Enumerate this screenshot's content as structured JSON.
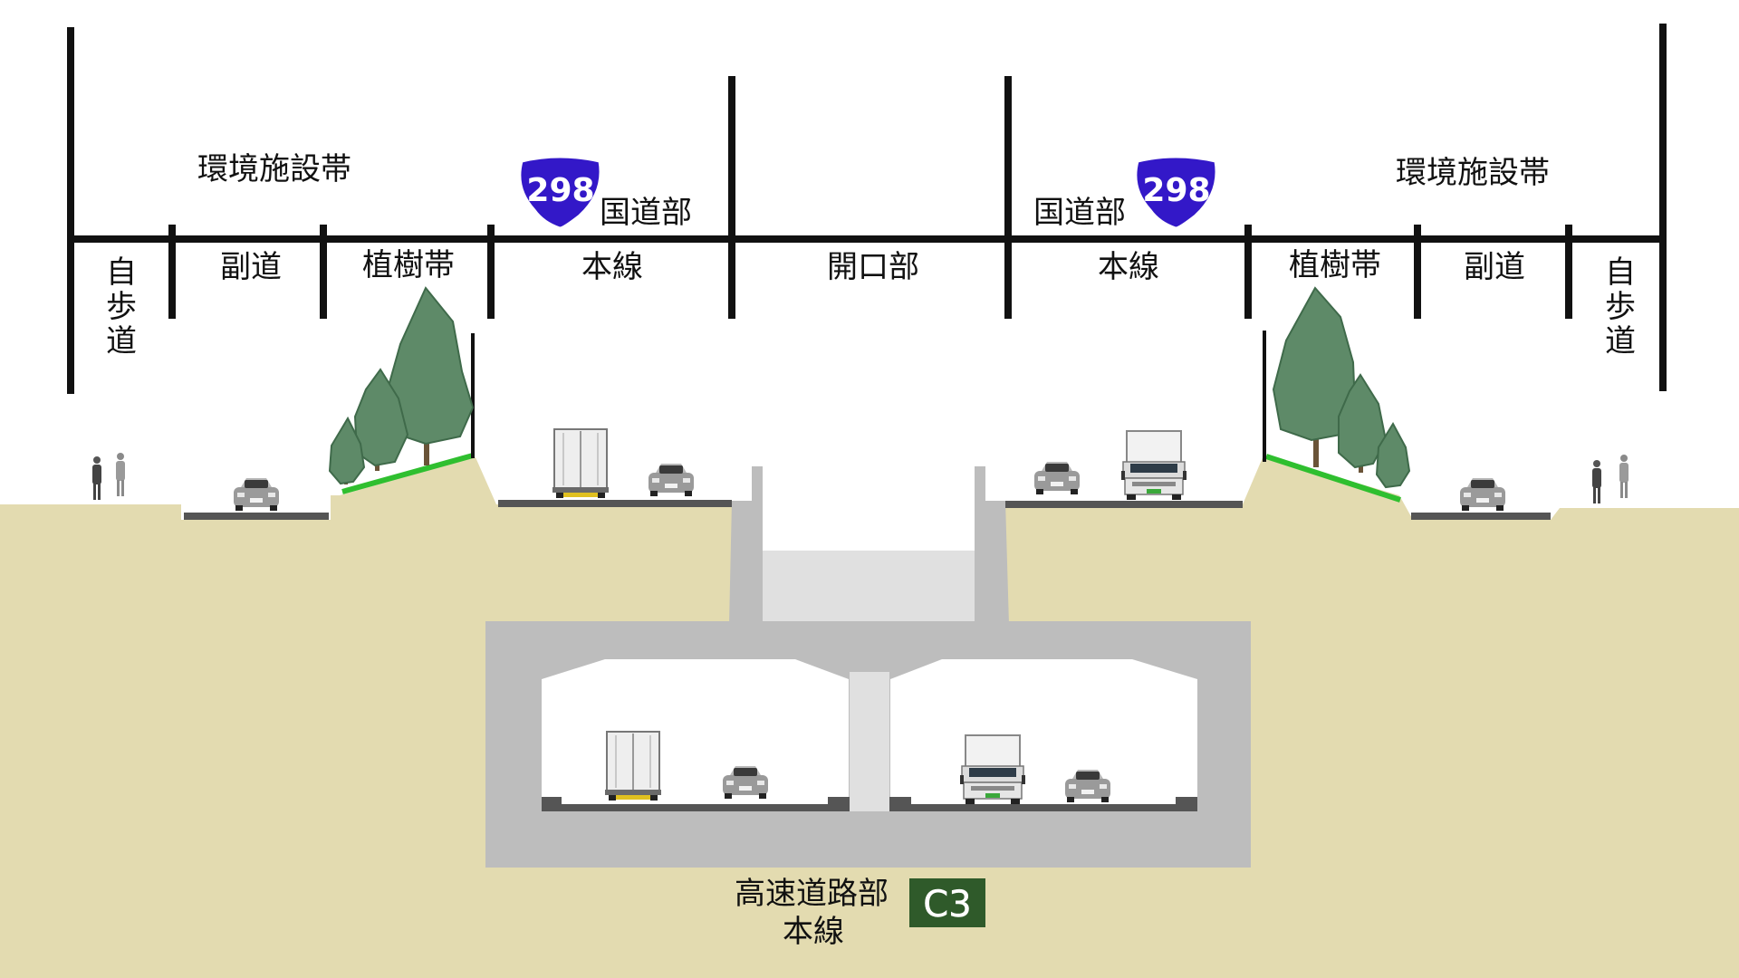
{
  "zones": {
    "env_left": "環境施設帯",
    "env_right": "環境施設帯",
    "national_left": "国道部",
    "national_right": "国道部",
    "route_number": "298"
  },
  "sections": {
    "sidewalk_left": [
      "自",
      "歩",
      "道"
    ],
    "service_road_left": "副道",
    "planting_left": "植樹帯",
    "mainline_left": "本線",
    "opening": "開口部",
    "mainline_right": "本線",
    "planting_right": "植樹帯",
    "service_road_right": "副道",
    "sidewalk_right": [
      "自",
      "歩",
      "道"
    ]
  },
  "expressway": {
    "line1": "高速道路部",
    "line2": "本線",
    "route_code": "C3"
  },
  "colors": {
    "ground": "#e3dbb0",
    "road": "#555555",
    "structure": "#bdbdbd",
    "opening_fill": "#e0e0e0",
    "route_shield": "#3318c8",
    "expressway_sign": "#2f5a2a",
    "tree": "#5e8a68",
    "planting_edge": "#2fbf2f"
  }
}
